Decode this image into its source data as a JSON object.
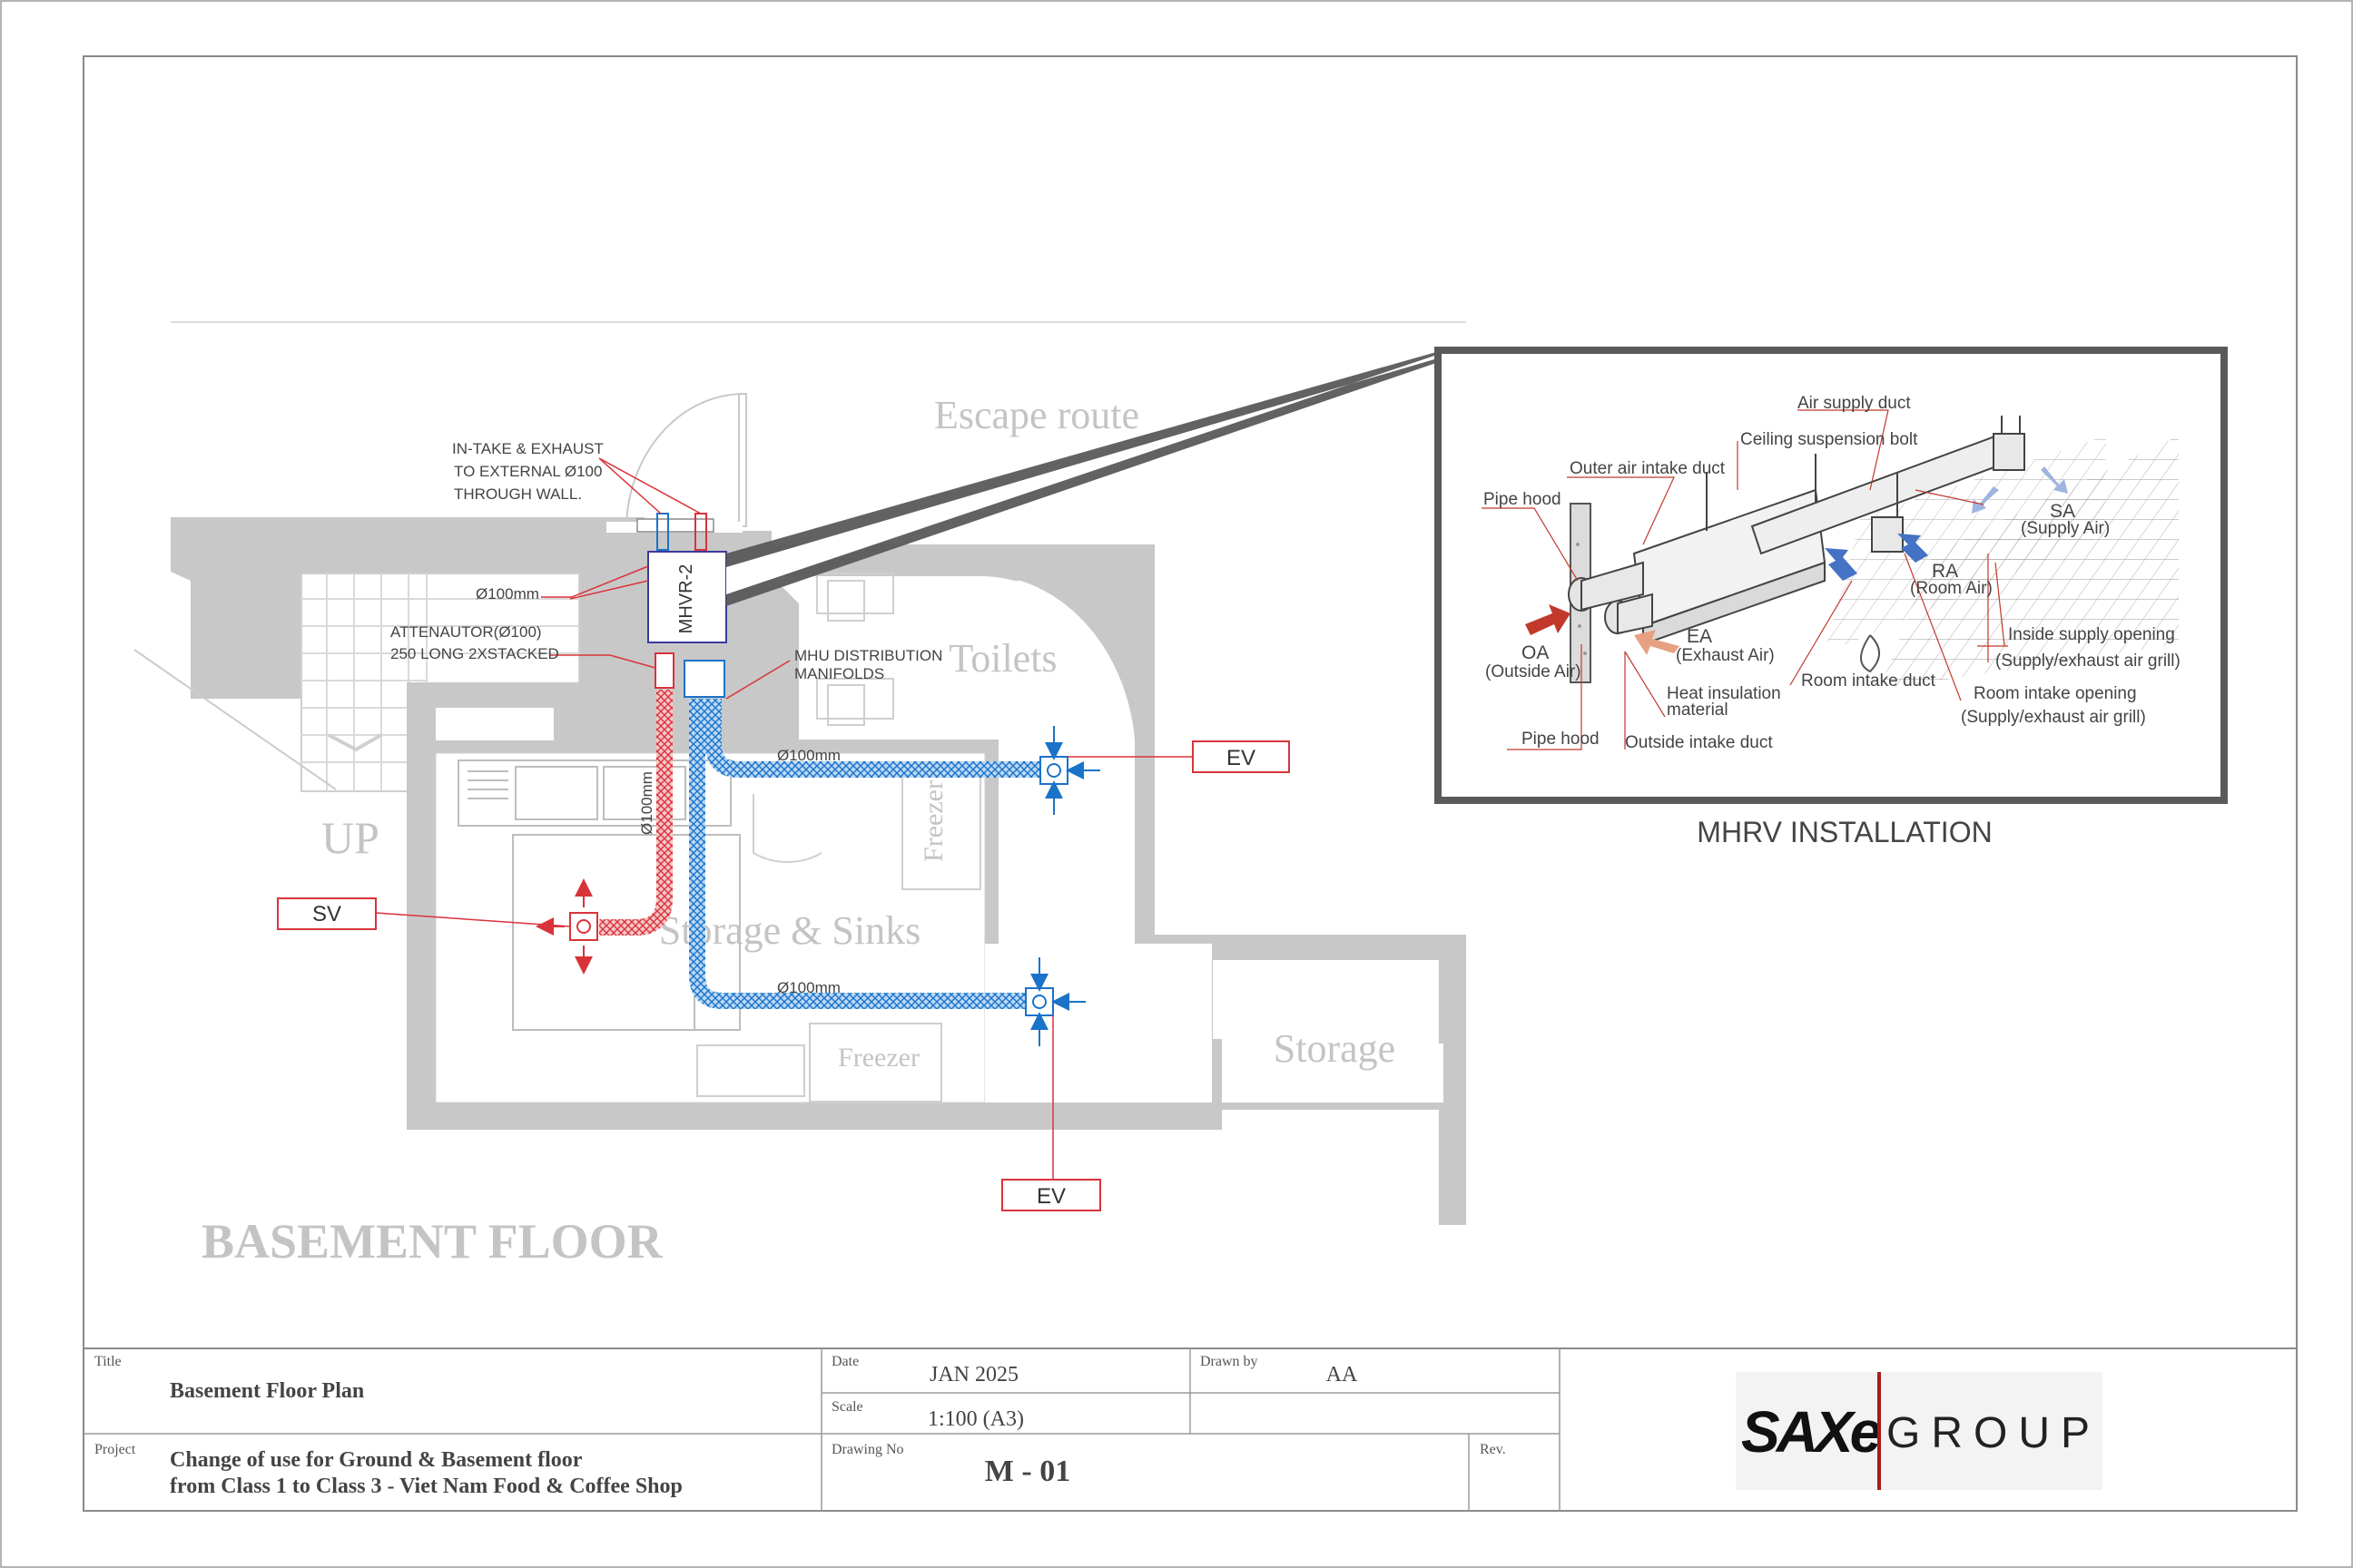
{
  "plan": {
    "floor_label": "BASEMENT FLOOR",
    "rooms": {
      "escape_route": "Escape route",
      "toilets": "Toilets",
      "storage_sinks": "Storage & Sinks",
      "storage": "Storage",
      "freezer_1": "Freezer",
      "freezer_2": "Freezer",
      "up": "UP"
    },
    "unit_label": "MHVR-2",
    "annotations": {
      "intake_line1": "IN-TAKE & EXHAUST",
      "intake_line2": "TO EXTERNAL Ø100",
      "intake_line3": "THROUGH WALL.",
      "dia_top": "Ø100mm",
      "atten_line1": "ATTENAUTOR(Ø100)",
      "atten_line2": "250 LONG 2XSTACKED",
      "mhu_line1": "MHU DISTRIBUTION",
      "mhu_line2": "MANIFOLDS",
      "dia_vertical": "Ø100mm",
      "dia_upper_run": "Ø100mm",
      "dia_lower_run": "Ø100mm"
    },
    "vent_tags": {
      "sv": "SV",
      "ev_upper": "EV",
      "ev_lower": "EV"
    }
  },
  "inset": {
    "caption": "MHRV INSTALLATION",
    "labels": {
      "air_supply_duct": "Air supply duct",
      "ceiling_bolt": "Ceiling suspension bolt",
      "outer_air_intake": "Outer air intake duct",
      "pipe_hood_top": "Pipe hood",
      "sa": "SA",
      "sa_sub": "(Supply Air)",
      "ra": "RA",
      "ra_sub": "(Room Air)",
      "oa": "OA",
      "oa_sub": "(Outside Air)",
      "ea": "EA",
      "ea_sub": "(Exhaust Air)",
      "inside_supply": "Inside supply opening",
      "inside_supply_sub": "(Supply/exhaust air grill)",
      "heat_insulation_1": "Heat insulation",
      "heat_insulation_2": "material",
      "room_intake_duct": "Room intake duct",
      "room_intake_opening": "Room intake opening",
      "room_intake_opening_sub": "(Supply/exhaust air grill)",
      "pipe_hood_bottom": "Pipe hood",
      "outside_intake_duct": "Outside intake duct"
    }
  },
  "title_block": {
    "title_caption": "Title",
    "title_value": "Basement Floor Plan",
    "date_caption": "Date",
    "date_value": "JAN 2025",
    "drawn_caption": "Drawn by",
    "drawn_value": "AA",
    "scale_caption": "Scale",
    "scale_value": "1:100 (A3)",
    "project_caption": "Project",
    "project_line1": "Change of use for Ground & Basement floor",
    "project_line2": "from Class 1 to Class 3 - Viet Nam Food & Coffee Shop",
    "drawing_no_caption": "Drawing No",
    "drawing_no_value": "M - 01",
    "rev_caption": "Rev.",
    "logo_mark": "SAXe",
    "logo_word": "GROUP"
  },
  "colors": {
    "supply_red": "#d9333a",
    "extract_blue": "#1a73c9",
    "wall_grey": "#c8c8c8",
    "dim_text": "#bfbfbf"
  }
}
